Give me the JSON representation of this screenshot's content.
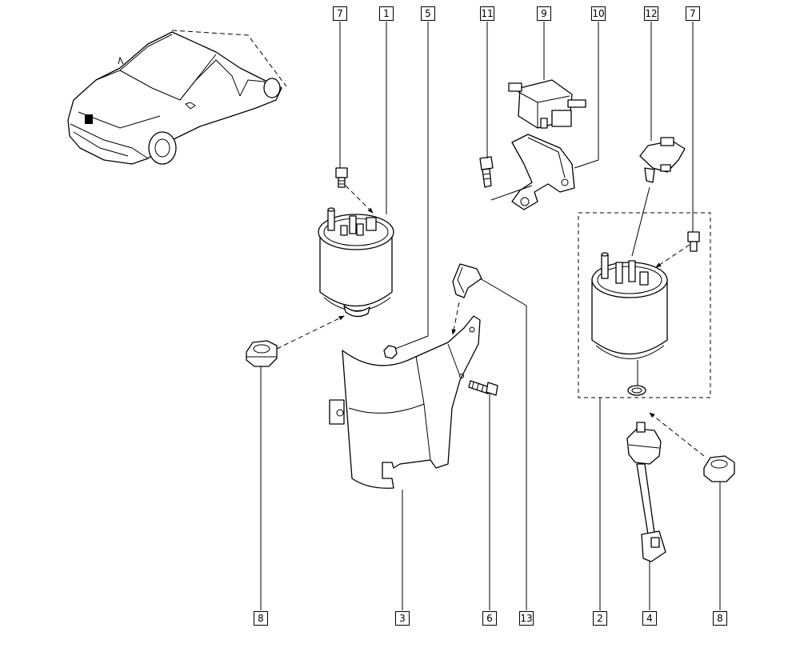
{
  "callouts": {
    "c_top_7a": "7",
    "c_top_1": "1",
    "c_top_5": "5",
    "c_top_11": "11",
    "c_top_9": "9",
    "c_top_10": "10",
    "c_top_12": "12",
    "c_top_7b": "7",
    "c_bot_8a": "8",
    "c_bot_3": "3",
    "c_bot_6": "6",
    "c_bot_13": "13",
    "c_bot_2": "2",
    "c_bot_4": "4",
    "c_bot_8b": "8"
  },
  "icons": {
    "vehicle": "car-locator-icon",
    "filter": "fuel-filter-icon"
  }
}
